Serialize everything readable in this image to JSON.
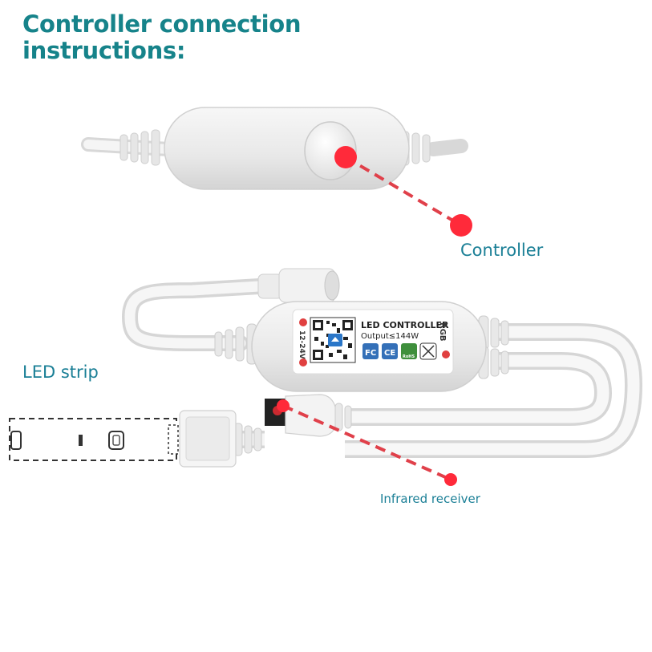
{
  "title": {
    "line1": "Controller connection",
    "line2": "instructions:"
  },
  "labels": {
    "controller": "Controller",
    "led_strip": "LED strip",
    "infrared_receiver": "Infrared receiver"
  },
  "device": {
    "name": "LED CONTROLLER",
    "output": "Output≤144W",
    "voltage": "12-24V",
    "channels": "RGB",
    "cert_fc": "FC",
    "cert_ce": "CE",
    "cert_rohs": "RoHS"
  },
  "colors": {
    "title": "#16838a",
    "label": "#1a7f96",
    "pointer": "#ff2a3a",
    "pointer_line": "#e0404a"
  },
  "icons": {
    "button": "round-push-button-icon",
    "qr": "qr-code-icon",
    "pointer": "red-dot-pointer-icon"
  }
}
